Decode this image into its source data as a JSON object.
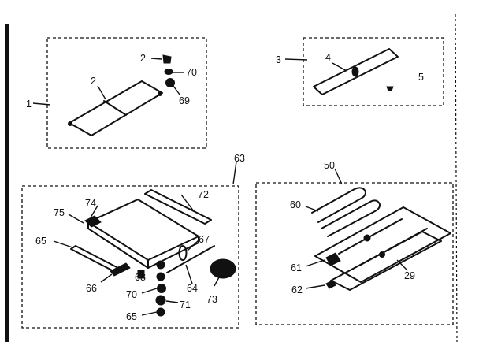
{
  "diagram": {
    "colors": {
      "ink": "#111111",
      "background": "#ffffff"
    },
    "panel_kit_1": {
      "callout": "1",
      "parts": {
        "panel": "2",
        "clip": "2",
        "screw": "70",
        "nut": "69"
      }
    },
    "panel_kit_3": {
      "callout": "3",
      "parts": {
        "strip": "4",
        "hardware": "5"
      }
    },
    "assembly_63": {
      "callout": "63",
      "parts": {
        "trim_72": "72",
        "bracket_74": "74",
        "gasket_75": "75",
        "rail_65": "65",
        "roller_66": "66",
        "pin_68": "68",
        "spring_67": "67",
        "rod_64": "64",
        "washer_70": "70",
        "nut_71": "71",
        "stack_65": "65",
        "disc_73": "73"
      }
    },
    "assembly_50": {
      "callout": "50",
      "parts": {
        "hairpin_60": "60",
        "plate_29": "29",
        "bracket_61": "61",
        "rod_62": "62"
      }
    }
  }
}
